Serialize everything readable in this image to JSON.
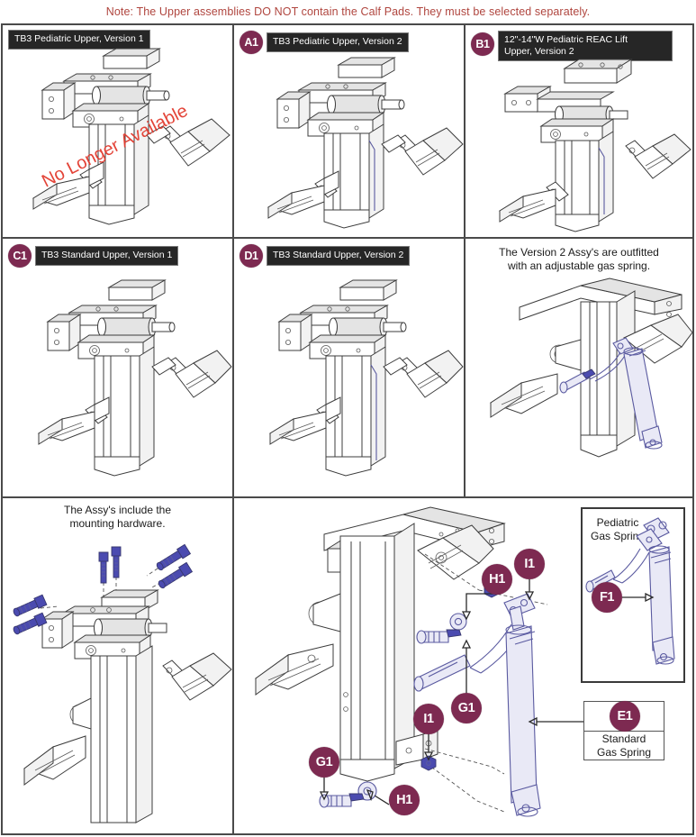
{
  "note": "Note: The Upper assemblies DO NOT contain the Calf Pads. They must be selected separately.",
  "panels": {
    "p1": {
      "label": "TB3 Pediatric Upper, Version 1",
      "watermark": "No Longer Available"
    },
    "p2": {
      "badge": "A1",
      "label": "TB3 Pediatric Upper, Version 2"
    },
    "p3": {
      "badge": "B1",
      "label": "12\"-14\"W Pediatric REAC Lift\nUpper, Version 2"
    },
    "p4": {
      "badge": "C1",
      "label": "TB3 Standard Upper, Version 1"
    },
    "p5": {
      "badge": "D1",
      "label": "TB3 Standard Upper, Version 2"
    },
    "p6": {
      "caption": "The Version 2 Assy's are outfitted\nwith an adjustable gas spring."
    },
    "p7": {
      "caption": "The Assy's include the\nmounting hardware."
    },
    "p8": {
      "callouts": {
        "h1_top": "H1",
        "i1_top": "I1",
        "g1_mid": "G1",
        "i1_mid": "I1",
        "g1_bottom": "G1",
        "h1_bottom": "H1"
      },
      "standard_gas_spring": {
        "badge": "E1",
        "text": "Standard\nGas Spring"
      },
      "pediatric_inset": {
        "caption": "Pediatric\nGas Spring",
        "badge": "F1"
      }
    }
  },
  "colors": {
    "badge": "#7d2a51",
    "note_text": "#b0463f",
    "label_bg": "#262626",
    "label_text": "#ffffff",
    "gas_spring_line": "#5a5aa0",
    "hardware_blue": "#4b4bb0",
    "watermark": "#e23a2e",
    "frame": "#4a4a4a"
  }
}
